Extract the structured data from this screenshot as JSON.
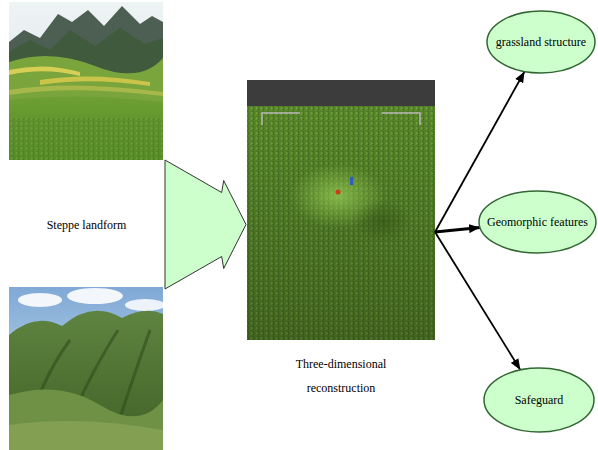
{
  "diagram": {
    "nodes": [
      {
        "text": [
          "Steppe landform"
        ]
      },
      {
        "text": [
          "Three-dimensional reconstruction"
        ]
      },
      {
        "text": [
          "grassland structure"
        ]
      },
      {
        "text": [
          "Geomorphic features"
        ]
      },
      {
        "text": [
          "Safeguard"
        ]
      }
    ],
    "edges": [
      {
        "from": 0,
        "to": 1,
        "arrow": "to"
      },
      {
        "from": 1,
        "to": 2,
        "arrow": "to"
      },
      {
        "from": 1,
        "to": 3,
        "arrow": "to"
      },
      {
        "from": 1,
        "to": 4,
        "arrow": "to"
      }
    ]
  }
}
